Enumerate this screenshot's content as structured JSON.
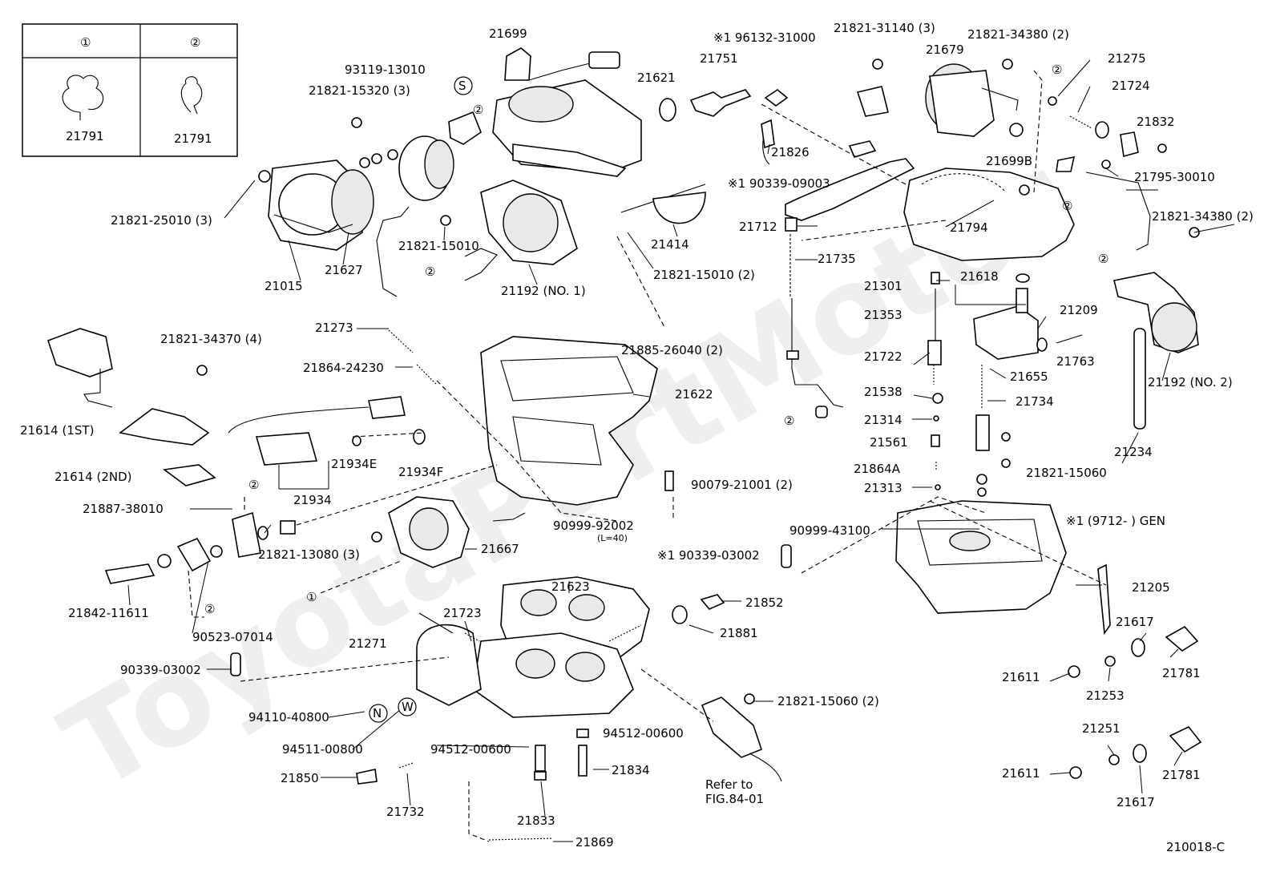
{
  "watermark": "ToyotaPartMotor",
  "legend": {
    "col1_header": "①",
    "col2_header": "②",
    "col1_label": "21791",
    "col2_label": "21791"
  },
  "figure_code": "210018-C",
  "gen_note": "※1 (9712-      ) GEN",
  "refer_note": [
    "Refer to",
    "FIG.84-01"
  ],
  "callouts": {
    "c21699": "21699",
    "c93119": "93119-13010",
    "c21821_15320": "21821-15320 (3)",
    "c21821_25010": "21821-25010 (3)",
    "c21015": "21015",
    "c21627": "21627",
    "c21821_15010": "21821-15010",
    "c21192_1": "21192 (NO. 1)",
    "c21621": "21621",
    "c21751": "21751",
    "c96132": "※1 96132-31000",
    "c21414": "21414",
    "c21821_15010_2": "21821-15010 (2)",
    "c21885": "21885-26040 (2)",
    "c21821_31140": "21821-31140 (3)",
    "c21679": "21679",
    "c21821_34380": "21821-34380 (2)",
    "c21826": "21826",
    "c90339_09003": "※1 90339-09003",
    "c21699B": "21699B",
    "c21275": "21275",
    "c21724": "21724",
    "c21832": "21832",
    "c21795": "21795-30010",
    "c21821_34380b": "21821-34380 (2)",
    "c21712": "21712",
    "c21735": "21735",
    "c21794": "21794",
    "c21301": "21301",
    "c21618": "21618",
    "c21353": "21353",
    "c21209": "21209",
    "c21722": "21722",
    "c21763": "21763",
    "c21655": "21655",
    "c21538": "21538",
    "c21734": "21734",
    "c21314": "21314",
    "c21561": "21561",
    "c21864A": "21864A",
    "c21821_15060": "21821-15060",
    "c21313": "21313",
    "c21192_2": "21192 (NO. 2)",
    "c21234": "21234",
    "c21273": "21273",
    "c21821_34370": "21821-34370 (4)",
    "c21864_24230": "21864-24230",
    "c21622": "21622",
    "c21614_1": "21614 (1ST)",
    "c21614_2": "21614 (2ND)",
    "c21934E": "21934E",
    "c21934F": "21934F",
    "c21934": "21934",
    "c90079": "90079-21001 (2)",
    "c21887": "21887-38010",
    "c21821_13080": "21821-13080 (3)",
    "c90999_92002": "90999-92002",
    "c90999_sub": "(L=40)",
    "c21667": "21667",
    "c90999_43100": "90999-43100",
    "c90339_03002_top": "※1 90339-03002",
    "c21842": "21842-11611",
    "c90523": "90523-07014",
    "c21623": "21623",
    "c21723": "21723",
    "c21271": "21271",
    "c21852": "21852",
    "c21881": "21881",
    "c21205": "21205",
    "c21617": "21617",
    "c21781": "21781",
    "c21611": "21611",
    "c21253": "21253",
    "c90339_03002": "90339-03002",
    "c94110": "94110-40800",
    "c94511": "94511-00800",
    "c21821_15060_2": "21821-15060 (2)",
    "c94512_a": "94512-00600",
    "c94512_b": "94512-00600",
    "c21834": "21834",
    "c21850": "21850",
    "c21732": "21732",
    "c21833": "21833",
    "c21869": "21869",
    "c21251": "21251",
    "c21611b": "21611",
    "c21617b": "21617",
    "c21781b": "21781",
    "mark_s": "S",
    "mark_n": "N",
    "mark_w": "W",
    "mark_1": "①",
    "mark_2": "②"
  }
}
